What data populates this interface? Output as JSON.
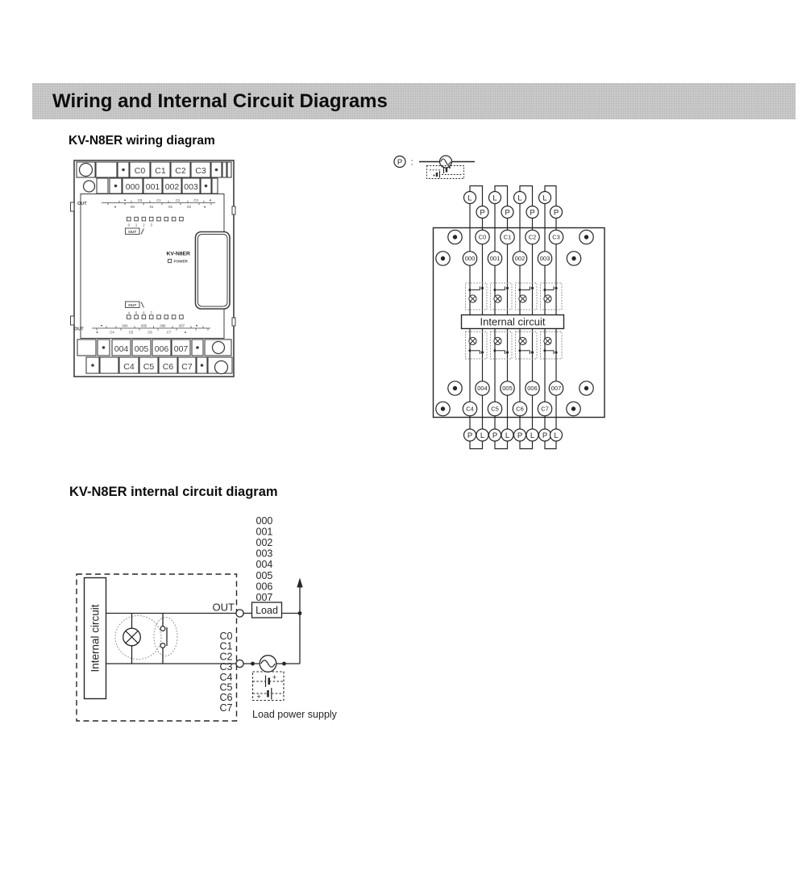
{
  "header": {
    "title": "Wiring and Internal Circuit Diagrams"
  },
  "wiring_section": {
    "heading": "KV-N8ER wiring diagram",
    "device": {
      "model": "KV-N8ER",
      "power_led_label": "POWER",
      "out_label": "OUT",
      "top_terminal_row1": [
        "C0",
        "C1",
        "C2",
        "C3"
      ],
      "top_terminal_row2": [
        "000",
        "001",
        "002",
        "003"
      ],
      "bottom_terminal_row1": [
        "004",
        "005",
        "006",
        "007"
      ],
      "bottom_terminal_row2": [
        "C4",
        "C5",
        "C6",
        "C7"
      ],
      "top_led_digits": [
        "0",
        "1",
        "2",
        "3"
      ],
      "bottom_led_digits": [
        "4",
        "5",
        "6",
        "7"
      ],
      "top_strip_upper": [
        "C0",
        "C1",
        "C2",
        "C3"
      ],
      "top_strip_lower": [
        "00",
        "01",
        "02",
        "03"
      ],
      "bottom_strip_upper": [
        "004",
        "005",
        "006",
        "007"
      ],
      "bottom_strip_lower": [
        "C4",
        "C5",
        "C6",
        "C7"
      ]
    },
    "schematic": {
      "legend_power_label": "P",
      "legend_separator": ":",
      "load_circle_label": "L",
      "power_circle_label": "P",
      "commons_top": [
        "C0",
        "C1",
        "C2",
        "C3"
      ],
      "outputs_top": [
        "000",
        "001",
        "002",
        "003"
      ],
      "outputs_bottom": [
        "004",
        "005",
        "006",
        "007"
      ],
      "commons_bottom": [
        "C4",
        "C5",
        "C6",
        "C7"
      ],
      "internal_circuit_label": "Internal circuit",
      "bottom_pl_row": [
        "P",
        "L",
        "P",
        "L",
        "P",
        "L",
        "P",
        "L"
      ]
    }
  },
  "internal_section": {
    "heading": "KV-N8ER internal circuit diagram",
    "internal_circuit_label": "Internal circuit",
    "output_list": [
      "000",
      "001",
      "002",
      "003",
      "004",
      "005",
      "006",
      "007"
    ],
    "common_list": [
      "C0",
      "C1",
      "C2",
      "C3",
      "C4",
      "C5",
      "C6",
      "C7"
    ],
    "out_terminal_label": "OUT",
    "load_label": "Load",
    "plus_label": "+",
    "load_power_supply_label": "Load power supply"
  },
  "colors": {
    "header_bg": "#cacaca",
    "ink": "#262626",
    "device_ink": "#3f3f3f",
    "dotted": "#8a8a8a"
  }
}
